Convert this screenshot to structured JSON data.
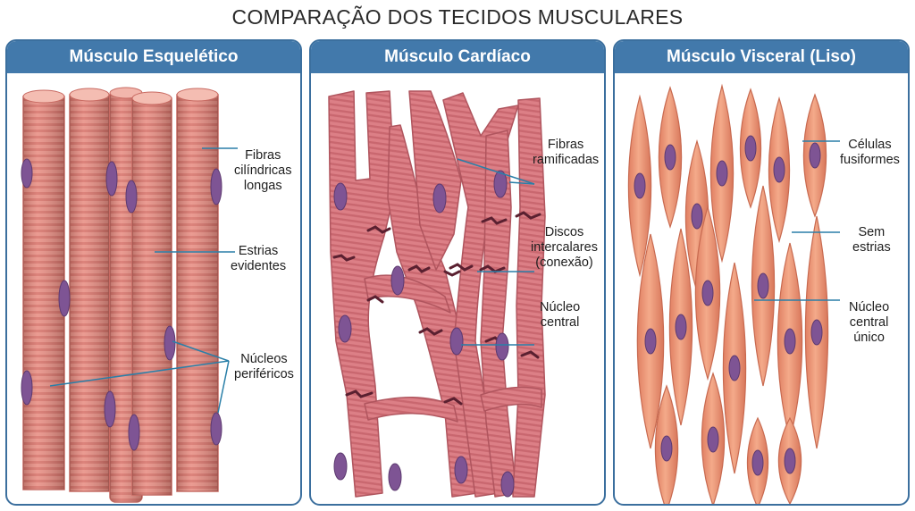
{
  "title": "COMPARAÇÃO DOS TECIDOS MUSCULARES",
  "colors": {
    "header": "#4279ab",
    "border": "#3b6f9e",
    "skeletal_fiber": "#e88e83",
    "cardiac_fiber": "#dc7f86",
    "smooth_cell": "#ee9a78",
    "nucleus": "#7e5494",
    "leader": "#2a7fa8"
  },
  "panels": [
    {
      "header": "Músculo Esquelético",
      "labels": [
        [
          "Fibras",
          "cilíndricas",
          "longas"
        ],
        [
          "Estrias",
          "evidentes"
        ],
        [
          "Núcleos",
          "periféricos"
        ]
      ]
    },
    {
      "header": "Músculo Cardíaco",
      "labels": [
        [
          "Fibras",
          "ramificadas"
        ],
        [
          "Discos",
          "intercalares",
          "(conexão)"
        ],
        [
          "Núcleo",
          "central"
        ]
      ]
    },
    {
      "header": "Músculo Visceral (Liso)",
      "labels": [
        [
          "Células",
          "fusiformes"
        ],
        [
          "Sem",
          "estrias"
        ],
        [
          "Núcleo",
          "central",
          "único"
        ]
      ]
    }
  ]
}
